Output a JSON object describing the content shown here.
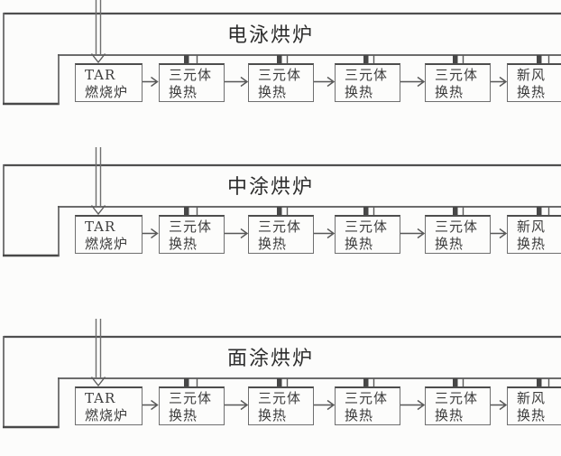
{
  "diagram": {
    "colors": {
      "line": "#4f4f4f",
      "text": "#3c3c3c",
      "background": "#fcfcfb"
    },
    "sections": [
      {
        "title": "电泳烘炉",
        "boxes": [
          {
            "id": "tar-burner",
            "line1": "TAR",
            "line2": "燃烧炉"
          },
          {
            "id": "ternary-hx-1",
            "line1": "三元体",
            "line2": "换热"
          },
          {
            "id": "ternary-hx-2",
            "line1": "三元体",
            "line2": "换热"
          },
          {
            "id": "ternary-hx-3",
            "line1": "三元体",
            "line2": "换热"
          },
          {
            "id": "ternary-hx-4",
            "line1": "三元体",
            "line2": "换热"
          },
          {
            "id": "fresh-air-hx",
            "line1": "新风",
            "line2": "换热"
          }
        ]
      },
      {
        "title": "中涂烘炉",
        "boxes": [
          {
            "id": "tar-burner",
            "line1": "TAR",
            "line2": "燃烧炉"
          },
          {
            "id": "ternary-hx-1",
            "line1": "三元体",
            "line2": "换热"
          },
          {
            "id": "ternary-hx-2",
            "line1": "三元体",
            "line2": "换热"
          },
          {
            "id": "ternary-hx-3",
            "line1": "三元体",
            "line2": "换热"
          },
          {
            "id": "ternary-hx-4",
            "line1": "三元体",
            "line2": "换热"
          },
          {
            "id": "fresh-air-hx",
            "line1": "新风",
            "line2": "换热"
          }
        ]
      },
      {
        "title": "面涂烘炉",
        "boxes": [
          {
            "id": "tar-burner",
            "line1": "TAR",
            "line2": "燃烧炉"
          },
          {
            "id": "ternary-hx-1",
            "line1": "三元体",
            "line2": "换热"
          },
          {
            "id": "ternary-hx-2",
            "line1": "三元体",
            "line2": "换热"
          },
          {
            "id": "ternary-hx-3",
            "line1": "三元体",
            "line2": "换热"
          },
          {
            "id": "ternary-hx-4",
            "line1": "三元体",
            "line2": "换热"
          },
          {
            "id": "fresh-air-hx",
            "line1": "新风",
            "line2": "换热"
          }
        ]
      }
    ]
  }
}
